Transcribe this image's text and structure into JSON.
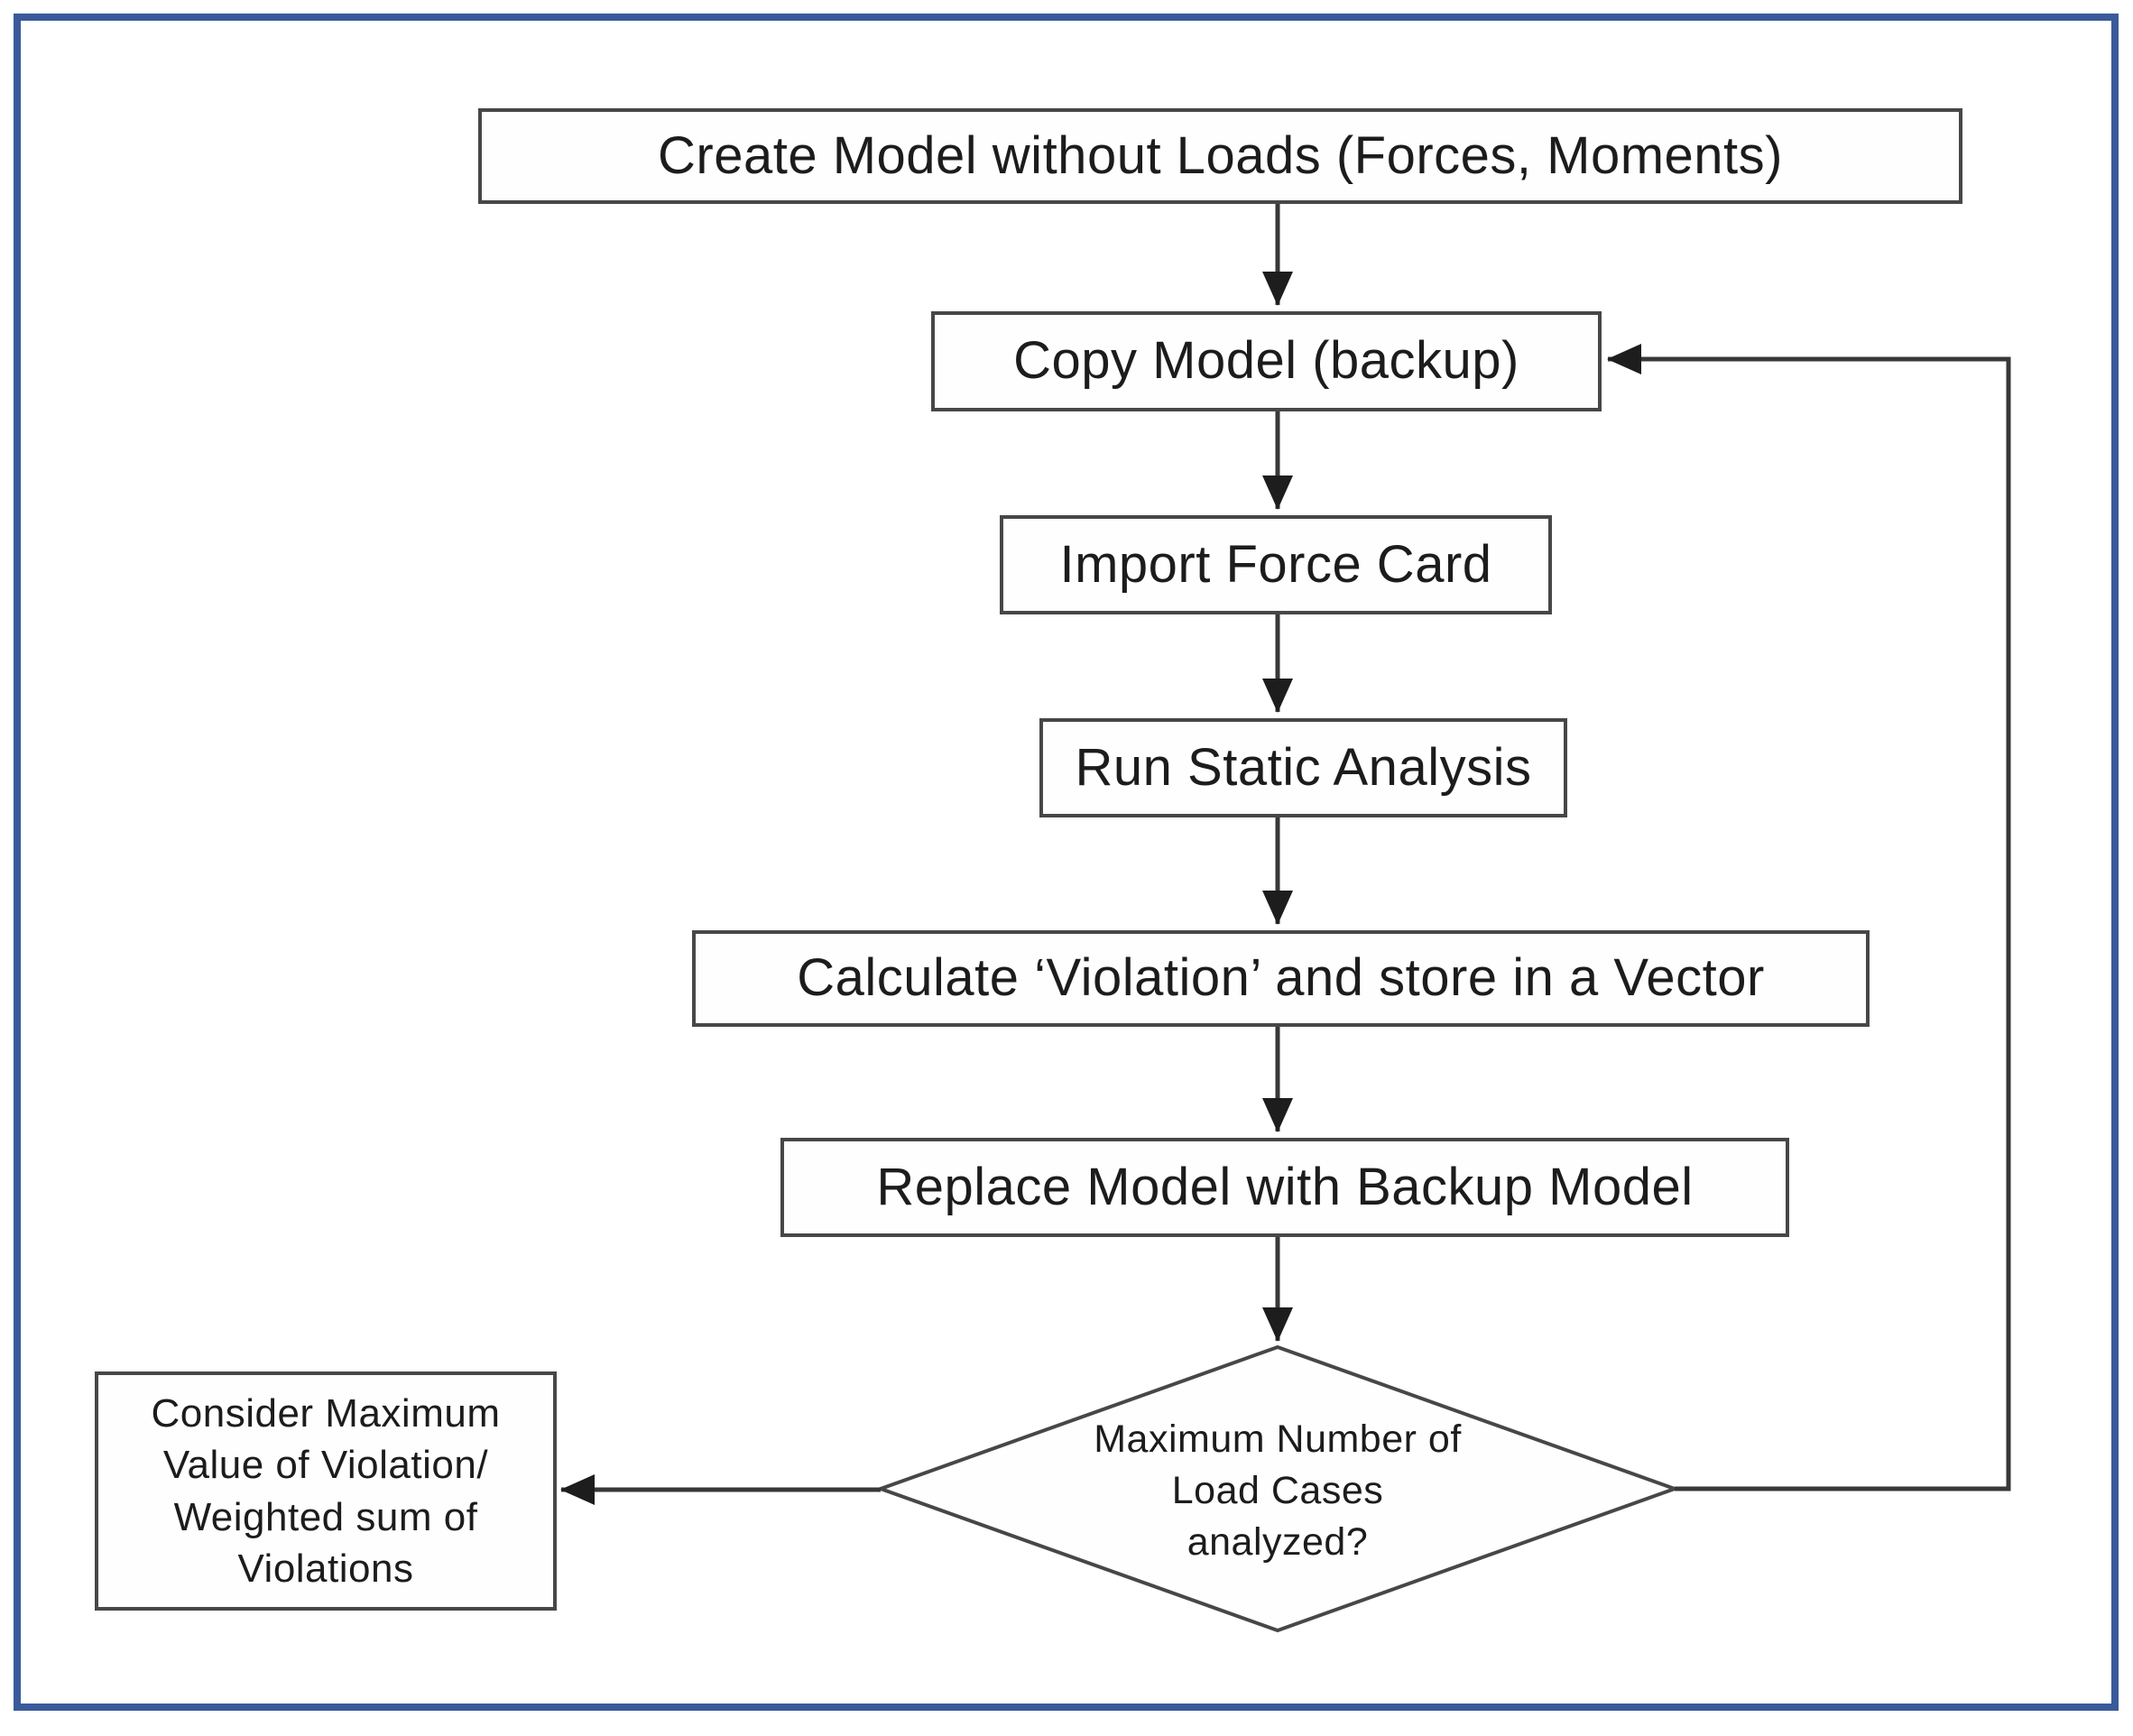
{
  "diagram": {
    "type": "flowchart",
    "nodes": {
      "create_model": "Create Model without Loads (Forces, Moments)",
      "copy_model": "Copy Model (backup)",
      "import_force_card": "Import Force Card",
      "run_static_analysis": "Run Static Analysis",
      "calculate_violation": "Calculate ‘Violation’ and store in a Vector",
      "replace_model": "Replace Model with Backup Model",
      "decision_max_load_cases": "Maximum Number of\nLoad Cases\nanalyzed?",
      "consider_maximum": "Consider Maximum\nValue of Violation/\nWeighted sum of\nViolations"
    },
    "edges": [
      {
        "from": "create_model",
        "to": "copy_model",
        "kind": "arrow-down"
      },
      {
        "from": "copy_model",
        "to": "import_force_card",
        "kind": "arrow-down"
      },
      {
        "from": "import_force_card",
        "to": "run_static_analysis",
        "kind": "arrow-down"
      },
      {
        "from": "run_static_analysis",
        "to": "calculate_violation",
        "kind": "arrow-down"
      },
      {
        "from": "calculate_violation",
        "to": "replace_model",
        "kind": "arrow-down"
      },
      {
        "from": "replace_model",
        "to": "decision_max_load_cases",
        "kind": "arrow-down"
      },
      {
        "from": "decision_max_load_cases",
        "to": "consider_maximum",
        "kind": "arrow-left"
      },
      {
        "from": "decision_max_load_cases",
        "to": "copy_model",
        "kind": "feedback-loop"
      }
    ],
    "colors": {
      "frame": "#3a5a9a",
      "line": "#383838",
      "box_border": "#474747",
      "text": "#1c1c1c",
      "background": "#ffffff"
    }
  }
}
